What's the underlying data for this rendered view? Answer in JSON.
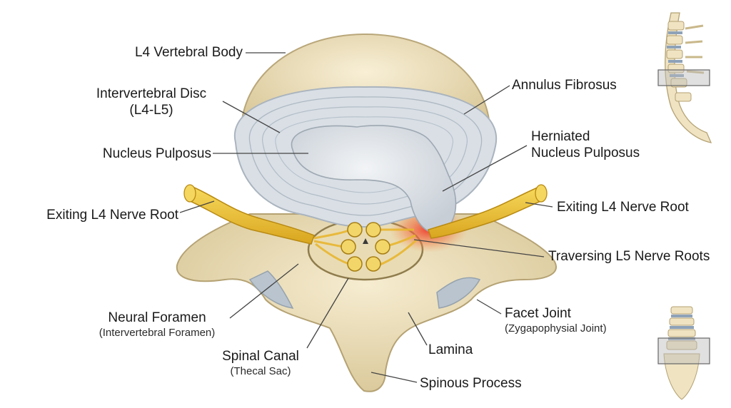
{
  "labels": {
    "l4_body": "L4 Vertebral Body",
    "disc": "Intervertebral Disc",
    "disc_level": "(L4-L5)",
    "nucleus": "Nucleus Pulposus",
    "exiting_left": "Exiting L4 Nerve Root",
    "neural_foramen": "Neural Foramen",
    "neural_foramen_sub": "(Intervertebral Foramen)",
    "spinal_canal": "Spinal Canal",
    "spinal_canal_sub": "(Thecal Sac)",
    "lamina": "Lamina",
    "spinous": "Spinous Process",
    "annulus": "Annulus Fibrosus",
    "herniated_1": "Herniated",
    "herniated_2": "Nucleus Pulposus",
    "exiting_right": "Exiting L4 Nerve Root",
    "traversing": "Traversing L5 Nerve Roots",
    "facet": "Facet Joint",
    "facet_sub": "(Zygapophysial Joint)"
  },
  "colors": {
    "bone": "#efe3c2",
    "bone_shade": "#d9c89c",
    "disc": "#d7dde3",
    "nucleus": "#e6eaee",
    "nerve": "#eec43a",
    "inflammation": "#e8453a",
    "leader": "#444444"
  },
  "icons": {
    "lateral_spine": "lateral-spine-icon",
    "posterior_spine": "posterior-spine-icon"
  }
}
